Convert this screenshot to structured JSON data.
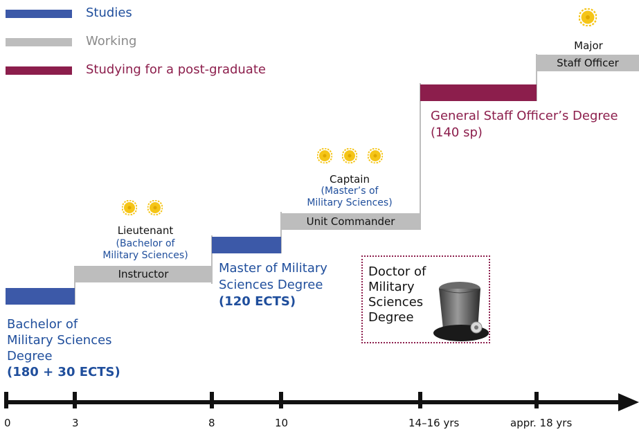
{
  "legend": {
    "studies": "Studies",
    "working": "Working",
    "postgrad": "Studying for  a post-graduate"
  },
  "colors": {
    "studies": "#3c59a8",
    "working": "#bdbdbd",
    "postgrad": "#8c1e4c",
    "text_blue": "#1f4e9c",
    "star": "#f5c518"
  },
  "steps": {
    "bachelor": {
      "line1": "Bachelor of",
      "line2": "Military Sciences",
      "line3": "Degree",
      "ects": "(180 + 30 ECTS)"
    },
    "instructor": {
      "rank": "Lieutenant",
      "sub1": "(Bachelor of",
      "sub2": "Military Sciences)",
      "role": "Instructor"
    },
    "master": {
      "line1": "Master of Military",
      "line2": "Sciences Degree",
      "ects": "(120 ECTS)"
    },
    "commander": {
      "rank": "Captain",
      "sub1": "(Master’s of",
      "sub2": "Military Sciences)",
      "role": "Unit Commander"
    },
    "general_staff": {
      "line1": "General Staff Officer’s Degree",
      "line2": "(140 sp)"
    },
    "staff_officer": {
      "rank": "Major",
      "role": "Staff Officer"
    },
    "doctor": {
      "line1": "Doctor of",
      "line2": "Military",
      "line3": "Sciences",
      "line4": "Degree"
    }
  },
  "axis": {
    "ticks": [
      "0",
      "3",
      "8",
      "10",
      "14–16 yrs",
      "appr. 18 yrs"
    ]
  }
}
